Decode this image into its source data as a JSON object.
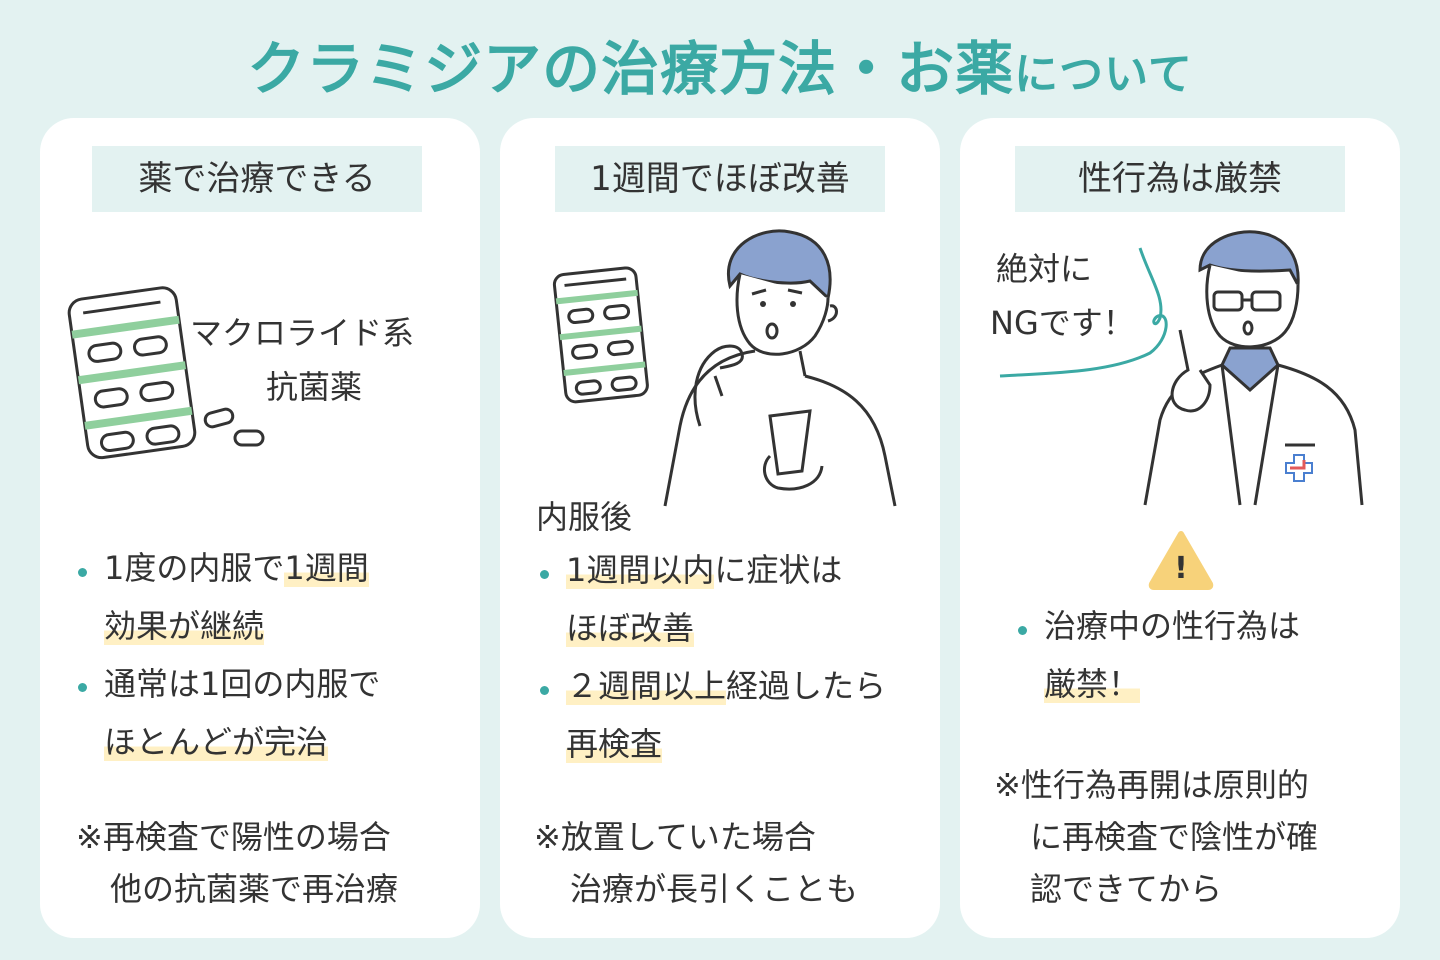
{
  "title": {
    "part1": "クラミジアの治療方法・お薬",
    "part2": "について"
  },
  "cards": [
    {
      "heading": "薬で治療できる",
      "drug_label_1": "マクロライド系",
      "drug_label_2": "抗菌薬",
      "bullet1_l1a": "1度の内服で",
      "bullet1_l1b": "1週間",
      "bullet1_l2": "効果が継続",
      "bullet2_l1": "通常は1回の内服で",
      "bullet2_l2": "ほとんどが完治",
      "note_l1": "※再検査で陽性の場合",
      "note_l2": "他の抗菌薬で再治療"
    },
    {
      "heading": "1週間でほぼ改善",
      "intro": "内服後",
      "bullet1_l1a": "1週間以内",
      "bullet1_l1b": "に症状は",
      "bullet1_l2": "ほぼ改善",
      "bullet2_l1a": "２週間以上",
      "bullet2_l1b": "経過したら",
      "bullet2_l2": "再検査",
      "note_l1": "※放置していた場合",
      "note_l2": "治療が長引くことも"
    },
    {
      "heading": "性行為は厳禁",
      "speech_l1": "絶対に",
      "speech_l2": "NGです！",
      "warning_icon": "!",
      "bullet1_l1": "治療中の性行為は",
      "bullet1_l2": "厳禁！",
      "note_l1": "※性行為再開は原則的",
      "note_l2": "に再検査で陰性が確",
      "note_l3": "認できてから"
    }
  ],
  "colors": {
    "accent": "#3ba9a4",
    "highlight": "#fff0c4",
    "pill_stripe": "#8fcf9d",
    "hair": "#8aa2cf",
    "warning": "#f7d27a"
  }
}
